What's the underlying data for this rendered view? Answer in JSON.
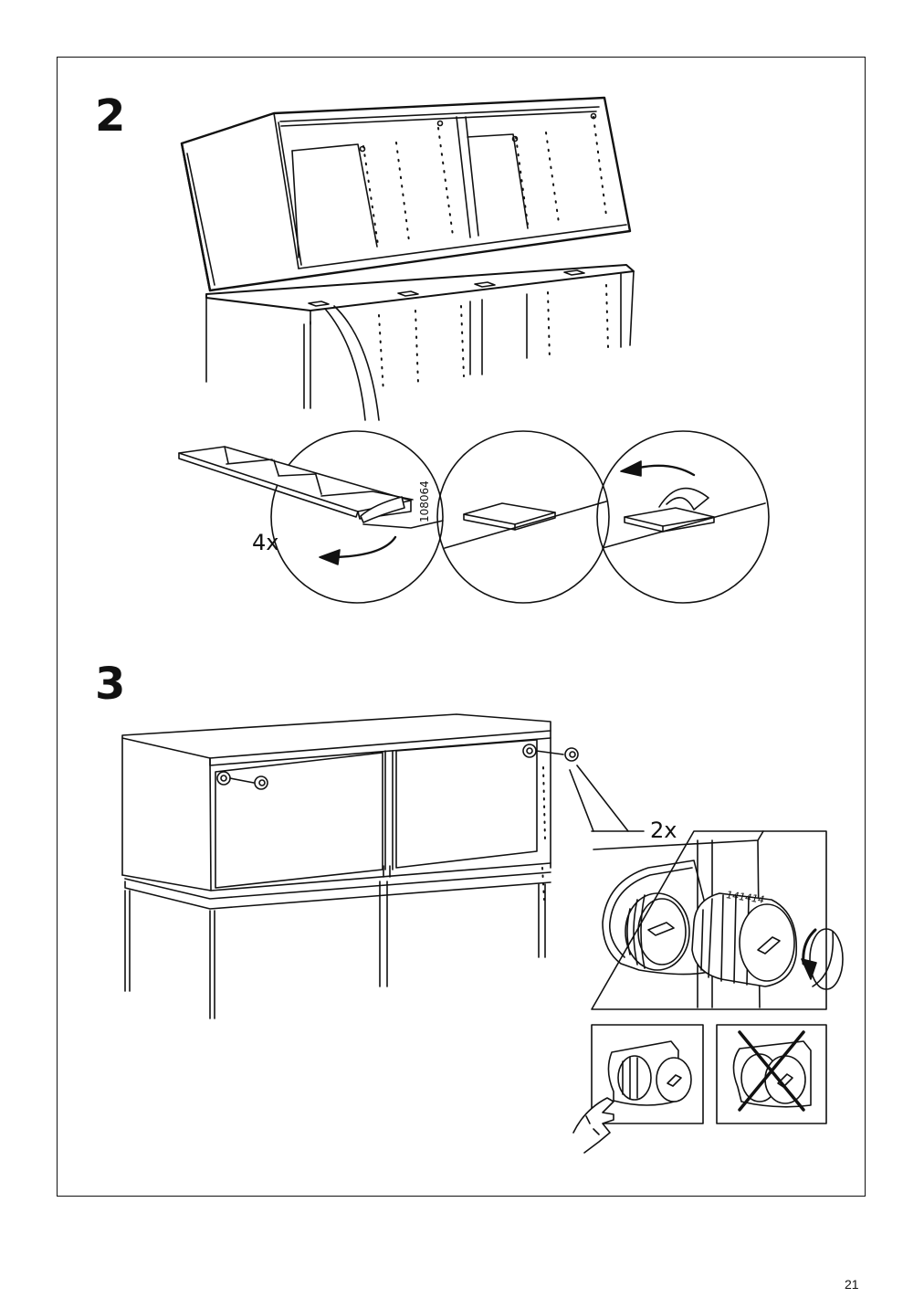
{
  "page_number": "21",
  "step2": {
    "number": "2",
    "quantity": "4x",
    "part_id": "108064"
  },
  "step3": {
    "number": "3",
    "quantity": "2x",
    "part_id": "141414"
  }
}
